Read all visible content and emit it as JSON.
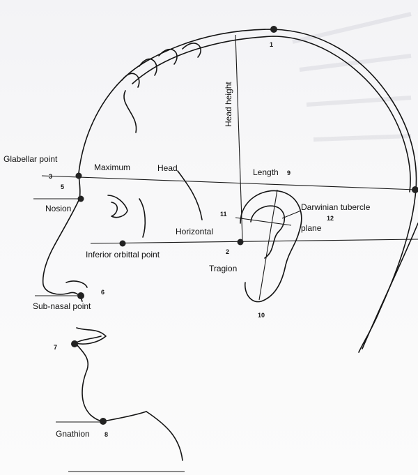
{
  "labels": {
    "glabellar_point": "Glabellar point",
    "maximum": "Maximum",
    "head": "Head",
    "length": "Length",
    "head_height": "Head height",
    "nosion": "Nosion",
    "horizontal": "Horizontal",
    "plane": "plane",
    "darwinian_tubercle": "Darwinian tubercle",
    "inferior_orbital_point": "Inferior orbittal point",
    "tragion": "Tragion",
    "sub_nasal_point": "Sub-nasal point",
    "gnathion": "Gnathion"
  },
  "numbers": {
    "n1": "1",
    "n2": "2",
    "n3": "3",
    "n5": "5",
    "n6": "6",
    "n7": "7",
    "n8": "8",
    "n9": "9",
    "n10": "10",
    "n11": "11",
    "n12": "12"
  },
  "colors": {
    "ink": "#141414",
    "paper": "#f8f8f9"
  }
}
